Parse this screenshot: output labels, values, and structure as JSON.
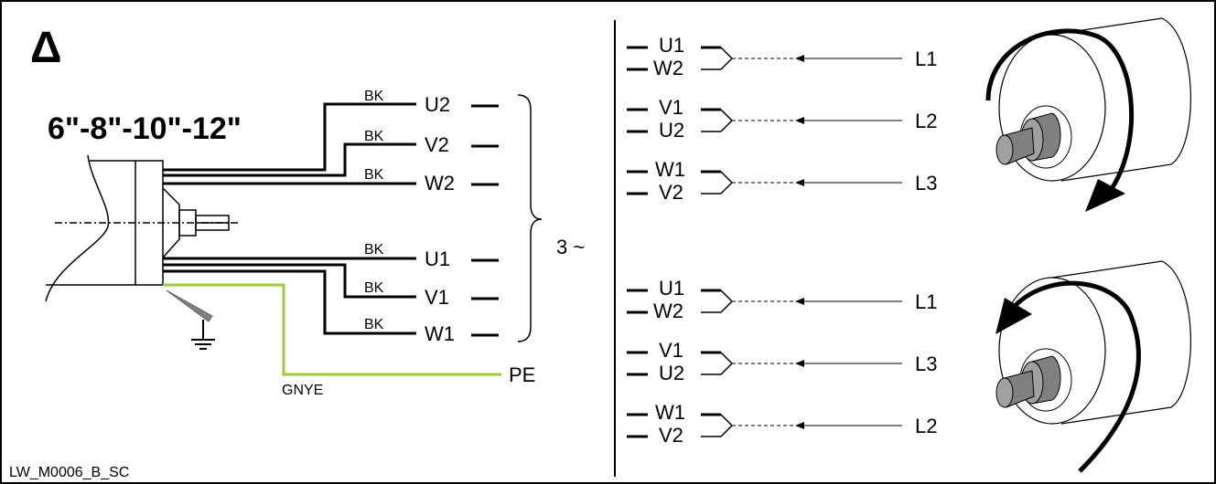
{
  "symbol": "Δ",
  "size_label": "6\"-8\"-10\"-12\"",
  "terminals": {
    "U2": "U2",
    "V2": "V2",
    "W2": "W2",
    "U1": "U1",
    "V1": "V1",
    "W1": "W1",
    "PE": "PE"
  },
  "wire_color_bk": "BK",
  "wire_color_gnye": "GNYE",
  "supply_label": "3 ~",
  "footer_code": "LW_M0006_B_SC",
  "connection_upper": {
    "pairs": [
      {
        "top": "U1",
        "bottom": "W2",
        "line": "L1"
      },
      {
        "top": "V1",
        "bottom": "U2",
        "line": "L2"
      },
      {
        "top": "W1",
        "bottom": "V2",
        "line": "L3"
      }
    ],
    "rotation": "clockwise"
  },
  "connection_lower": {
    "pairs": [
      {
        "top": "U1",
        "bottom": "W2",
        "line": "L1"
      },
      {
        "top": "V1",
        "bottom": "U2",
        "line": "L3"
      },
      {
        "top": "W1",
        "bottom": "V2",
        "line": "L2"
      }
    ],
    "rotation": "counterclockwise"
  },
  "colors": {
    "ground_wire": "#9acd32",
    "line": "#000000",
    "shaft": "#808080"
  }
}
